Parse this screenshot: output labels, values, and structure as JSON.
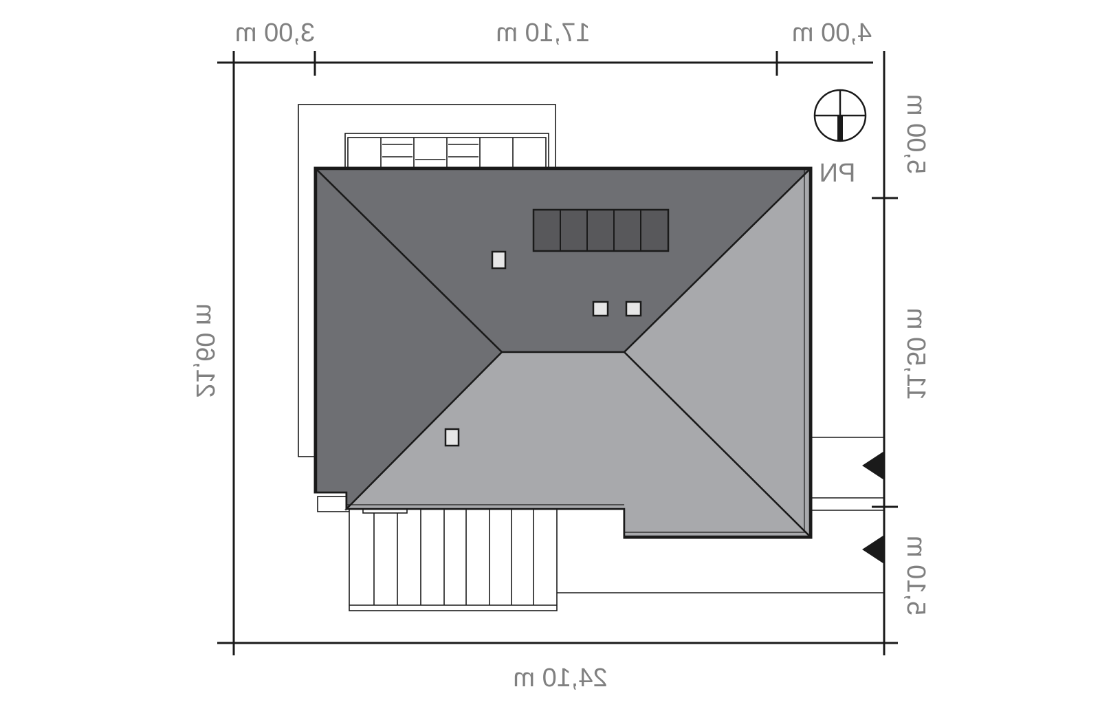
{
  "dimensions": {
    "top_left": "3,00 m",
    "top_middle": "17,10 m",
    "top_right": "4,00 m",
    "bottom": "24,10 m",
    "left": "21,60 m",
    "right_top": "5,00 m",
    "right_middle": "11,50 m",
    "right_bottom": "5,10 m"
  },
  "compass": {
    "label": "PN",
    "icon": "north-arrow-icon"
  },
  "colors": {
    "roof_dark": "#6e6f73",
    "roof_light": "#a8a9ac",
    "solar_panel": "#58585b",
    "chimney": "#e6e6e6",
    "line": "#1a1a1a",
    "dimension_text": "#808080"
  },
  "icons": {
    "entrance_markers": "triangle-marker-icon"
  }
}
